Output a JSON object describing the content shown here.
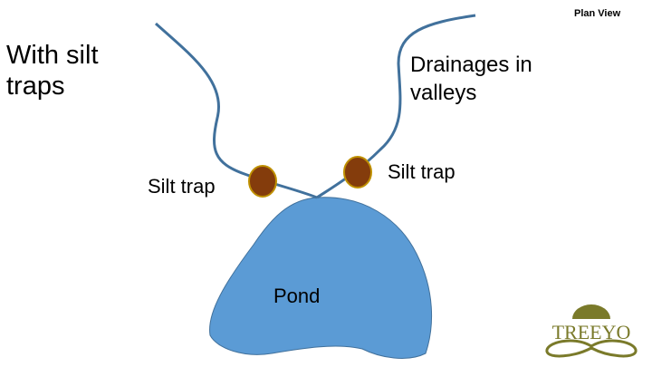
{
  "title": "With silt traps",
  "view_label": "Plan View",
  "drainage_label": "Drainages in valleys",
  "silt_trap_left": "Silt trap",
  "silt_trap_right": "Silt trap",
  "pond_label": "Pond",
  "logo_text": "TREEYO",
  "colors": {
    "drainage": "#41719c",
    "trap_fill": "#843c0c",
    "trap_stroke": "#bf9000",
    "pond": "#5b9bd5",
    "pond_stroke": "#41719c",
    "logo": "#7a7a2a"
  }
}
